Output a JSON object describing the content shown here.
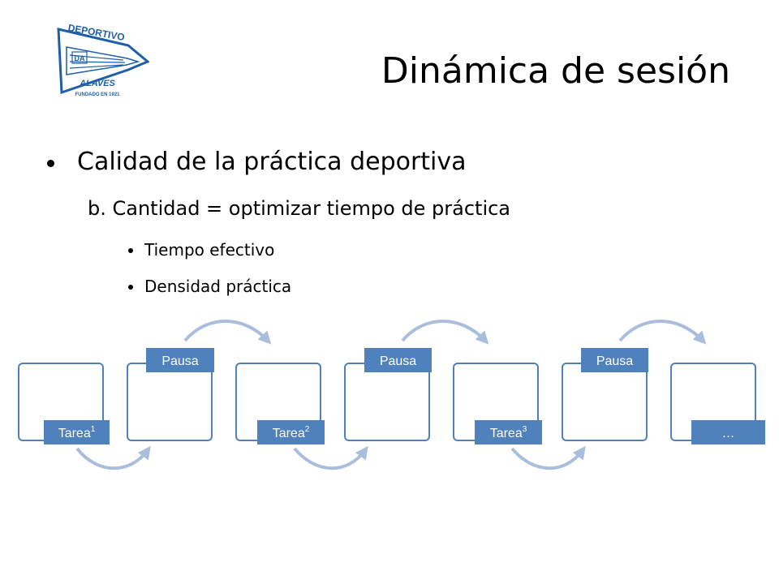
{
  "slide": {
    "title": "Dinámica de sesión",
    "bullet_l1": "Calidad de la práctica deportiva",
    "bullet_b": "b. Cantidad = optimizar tiempo de práctica",
    "bullets_l3": [
      "Tiempo efectivo",
      "Densidad práctica"
    ]
  },
  "logo": {
    "top_text": "DEPORTIVO",
    "bottom_text": "ALAVES",
    "founded": "FUNDADO EN 1921",
    "monogram": "DA"
  },
  "process": {
    "steps": [
      {
        "label": "Tarea",
        "sup": "1"
      },
      {
        "label": "Pausa",
        "sup": ""
      },
      {
        "label": "Tarea",
        "sup": "2"
      },
      {
        "label": "Pausa",
        "sup": ""
      },
      {
        "label": "Tarea",
        "sup": "3"
      },
      {
        "label": "Pausa",
        "sup": ""
      },
      {
        "label": "…",
        "sup": ""
      }
    ]
  },
  "colors": {
    "label_fill": "#4F81BD",
    "box_stroke": "#4F81BD",
    "arrow": "#A9BEDC",
    "logo_blue": "#1F5FA8"
  }
}
